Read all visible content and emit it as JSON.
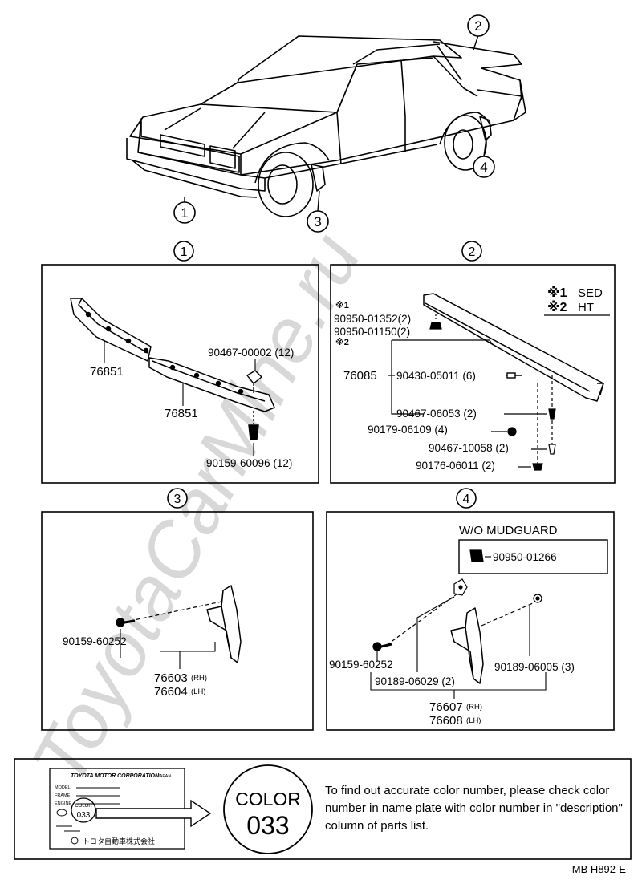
{
  "watermark": "ToyotaCarMine.ru",
  "callouts": {
    "c1": "1",
    "c2": "2",
    "c3": "3",
    "c4": "4"
  },
  "panel1": {
    "part_upper": "76851",
    "part_lower": "76851",
    "clip": "90467-00002 (12)",
    "screw": "90159-60096 (12)"
  },
  "panel2": {
    "legend_sed_mark": "※1",
    "legend_sed": "SED",
    "legend_ht_mark": "※2",
    "legend_ht": "HT",
    "mark1": "※1",
    "nut1": "90950-01352(2)",
    "nut2": "90950-01150(2)",
    "mark2": "※2",
    "spoiler": "76085",
    "grommet": "90430-05011 (6)",
    "clip_a": "90467-06053 (2)",
    "nut_a": "90179-06109 (4)",
    "clip_b": "90467-10058 (2)",
    "nut_b": "90176-06011 (2)"
  },
  "panel3": {
    "screw": "90159-60252",
    "guard_rh": "76603",
    "guard_rh_suffix": "(RH)",
    "guard_lh": "76604",
    "guard_lh_suffix": "(LH)"
  },
  "panel4": {
    "wo_title": "W/O MUDGUARD",
    "plug": "90950-01266",
    "screw": "90159-60252",
    "clip_c": "90189-06029 (2)",
    "clip_d": "90189-06005 (3)",
    "guard_rh": "76607",
    "guard_rh_suffix": "(RH)",
    "guard_lh": "76608",
    "guard_lh_suffix": "(LH)"
  },
  "color_note": {
    "plate_company": "TOYOTA MOTOR CORPORATION",
    "plate_country": "JAPAN",
    "plate_model": "MODEL",
    "plate_frame": "FRAME",
    "plate_engine": "ENGINE",
    "plate_color": "COLOR",
    "plate_color_code": "033",
    "plate_maker": "トヨタ自動車株式会社",
    "badge_title": "COLOR",
    "badge_code": "033",
    "text": "To find out accurate color number, please check color number in name plate with color number in \"description\" column of parts list."
  },
  "figure_code": "MB H892-E"
}
